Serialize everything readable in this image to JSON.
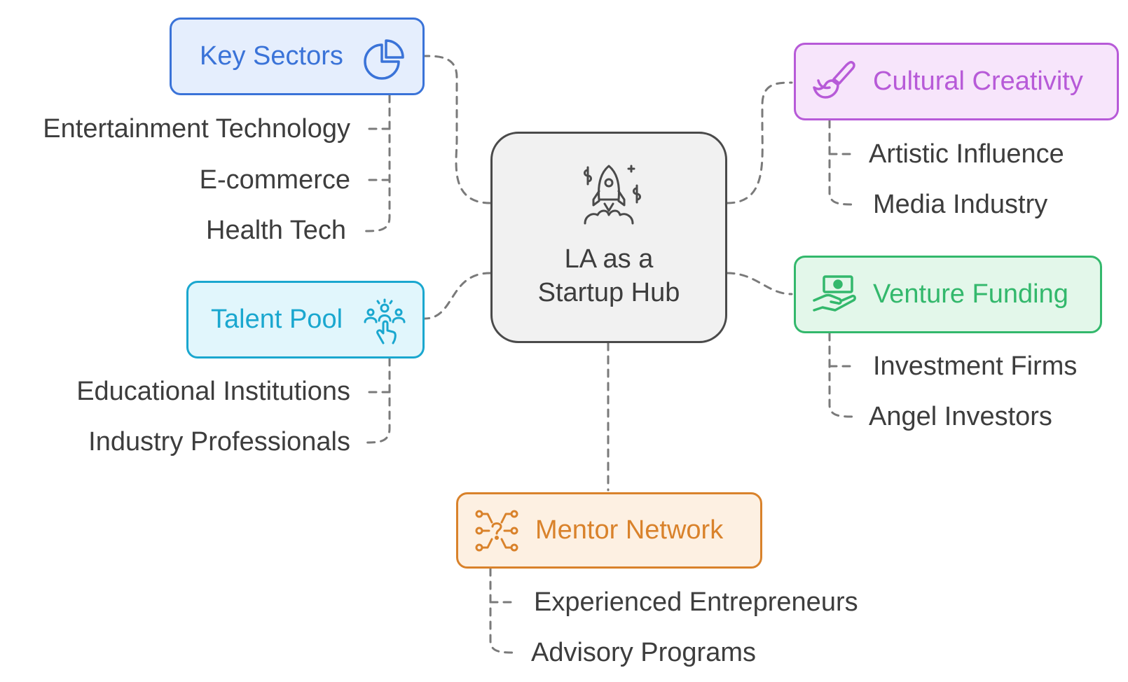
{
  "center": {
    "title_line1": "LA as a",
    "title_line2": "Startup Hub",
    "icon": "rocket-money-icon"
  },
  "nodes": {
    "key_sectors": {
      "label": "Key Sectors",
      "icon": "pie-chart-icon",
      "color": "#3a73d8",
      "bg": "#e5eefd",
      "items": [
        "Entertainment Technology",
        "E-commerce",
        "Health Tech"
      ]
    },
    "talent_pool": {
      "label": "Talent Pool",
      "icon": "team-select-icon",
      "color": "#1aa7cf",
      "bg": "#e1f6fc",
      "items": [
        "Educational Institutions",
        "Industry Professionals"
      ]
    },
    "cultural_creativity": {
      "label": "Cultural Creativity",
      "icon": "paintbrush-icon",
      "color": "#b75ad8",
      "bg": "#f7e5fb",
      "items": [
        "Artistic Influence",
        "Media Industry"
      ]
    },
    "venture_funding": {
      "label": "Venture Funding",
      "icon": "money-hand-icon",
      "color": "#33b86c",
      "bg": "#e3f7ea",
      "items": [
        "Investment Firms",
        "Angel Investors"
      ]
    },
    "mentor_network": {
      "label": "Mentor Network",
      "icon": "network-question-icon",
      "color": "#d9822b",
      "bg": "#fdf0e2",
      "items": [
        "Experienced Entrepreneurs",
        "Advisory Programs"
      ]
    }
  }
}
